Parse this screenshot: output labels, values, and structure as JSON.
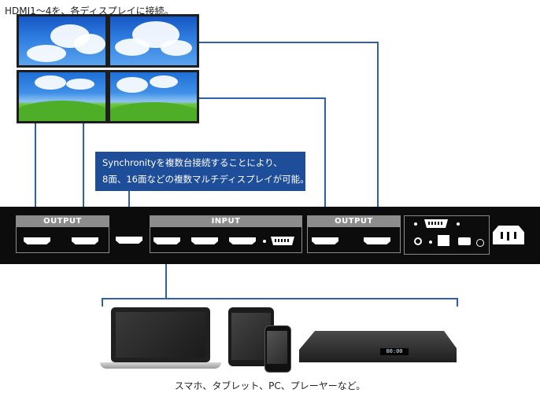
{
  "captions": {
    "top": "HDMI1〜4を、各ディスプレイに接続。",
    "bottom": "スマホ、タブレット、PC、プレーヤーなど。"
  },
  "info_box": {
    "line1": "Synchronityを複数台接続することにより、",
    "line2": "8面、16面などの複数マルチディスプレイが可能。"
  },
  "device": {
    "left_panel_label": "OUTPUT",
    "input_panel_label": "INPUT",
    "right_panel_label": "OUTPUT"
  },
  "player": {
    "display": "00:00"
  },
  "colors": {
    "wire": "#2e5fa8",
    "device": "#0c0c0c",
    "panel_head": "#8c8c8c",
    "info_box": "#1e4d99"
  }
}
